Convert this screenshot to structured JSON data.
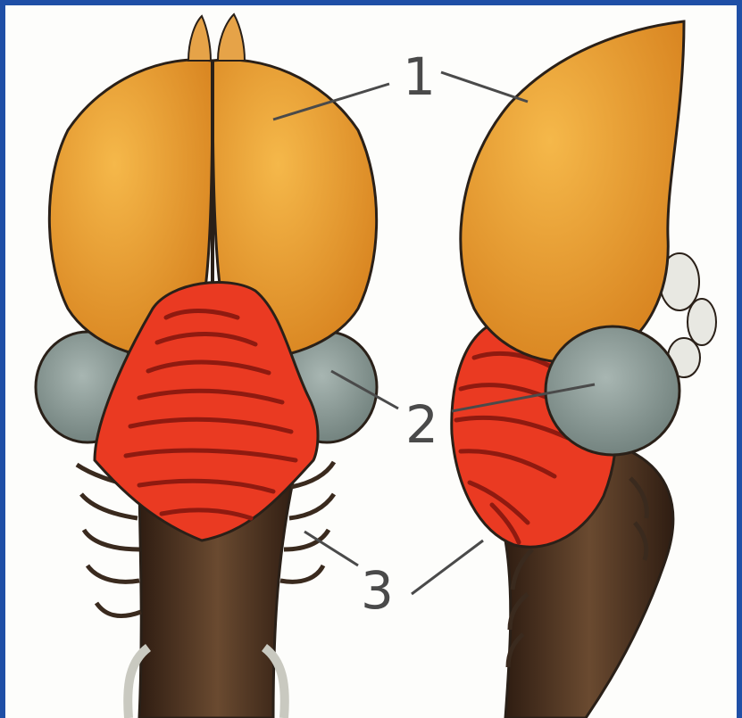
{
  "colors": {
    "frame": "#1f4fa6",
    "background": "#fdfdfb",
    "hemisphere": "#f0a32c",
    "hemisphere_shade": "#cf7d18",
    "cerebellum": "#ea3a22",
    "cerebellum_fold": "#8f1a10",
    "optic_lobe": "#8a9a96",
    "brainstem": "#4a3222",
    "outline": "#2a2018",
    "leader_line": "#4a4a4a"
  },
  "labels": {
    "one": "1",
    "two": "2",
    "three": "3"
  }
}
